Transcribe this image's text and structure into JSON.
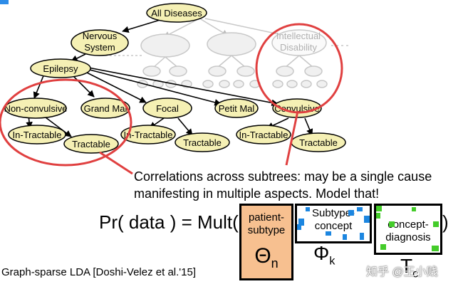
{
  "tree": {
    "root": "All Diseases",
    "level1": [
      "Nervous",
      "System"
    ],
    "intellectual": [
      "Intellectual",
      "Disability"
    ],
    "epilepsy": "Epilepsy",
    "children": [
      "Non-convulsive",
      "Grand Mal",
      "Focal",
      "Petit Mal",
      "Convulsive"
    ],
    "leaves": [
      "In-Tractable",
      "Tractable",
      "In-Tractable",
      "Tractable",
      "In-Tractable",
      "Tractable"
    ]
  },
  "caption": {
    "line1": "Correlations across subtrees: may be a single cause",
    "line2": "manifesting in multiple aspects.  Model that!"
  },
  "formula": {
    "left": "Pr( data ) = Mult(",
    "right": ")",
    "patient_box": {
      "line1": "patient-",
      "line2": "subtype",
      "symbol": "Θ",
      "subscript": "n"
    },
    "subtype_box": {
      "line1": "Subtype-",
      "line2": "concept",
      "symbol": "Φ",
      "subscript": "k"
    },
    "diagnosis_box": {
      "line1": "concept-",
      "line2": "diagnosis",
      "symbol": "T",
      "subscript": "c"
    }
  },
  "citation": "Graph-sparse LDA [Doshi-Velez et al.'15]",
  "watermark": "知乎 @王小贱",
  "colors": {
    "node_fill": "#f5f0b4",
    "faded_node": "#eeeeee",
    "circle": "#e04040",
    "patient_fill": "#f7c090",
    "blue_mark": "#1c86e0",
    "green_mark": "#44cc2a"
  }
}
